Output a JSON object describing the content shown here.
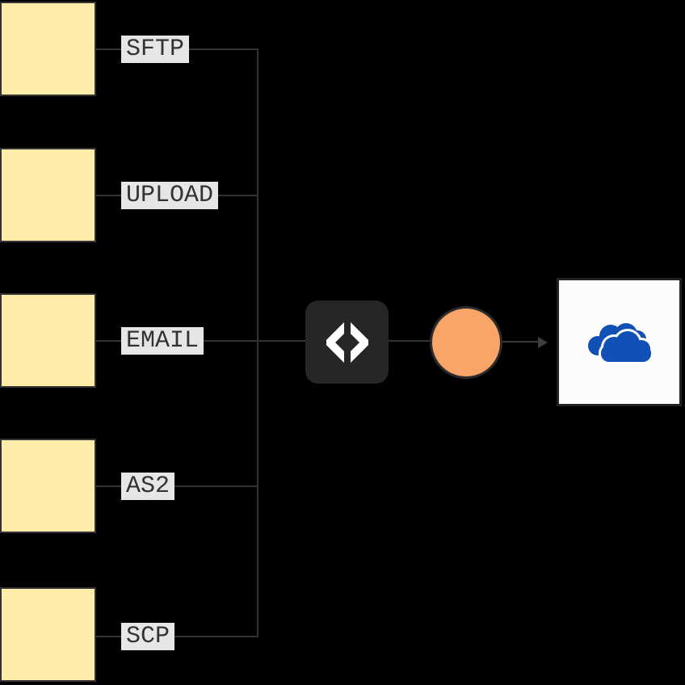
{
  "diagram": {
    "title": "protocol-sources-to-onedrive-flow",
    "protocol_rows": [
      {
        "label": "SFTP"
      },
      {
        "label": "UPLOAD"
      },
      {
        "label": "EMAIL"
      },
      {
        "label": "AS2"
      },
      {
        "label": "SCP"
      }
    ],
    "source_nodes": {
      "count": 5,
      "fill_color": "#ffeca8",
      "border_color": "#333333"
    },
    "labels_style": {
      "background": "#e6e6e6",
      "text_color": "#333333"
    },
    "connectors": {
      "line_color": "#333333",
      "arrow_color": "#3f3f3f"
    },
    "hub_node": {
      "icon": "diamond-chevrons-icon",
      "background": "#262626",
      "icon_color": "#ffffff"
    },
    "state_node": {
      "icon": "filled-circle",
      "fill_color": "#f9a469",
      "border_color": "#2b2b2b"
    },
    "destination_node": {
      "icon": "onedrive-clouds-icon",
      "box_color": "#fcfcfc",
      "border_color": "#222222",
      "brand_blue": "#1150b4"
    }
  }
}
